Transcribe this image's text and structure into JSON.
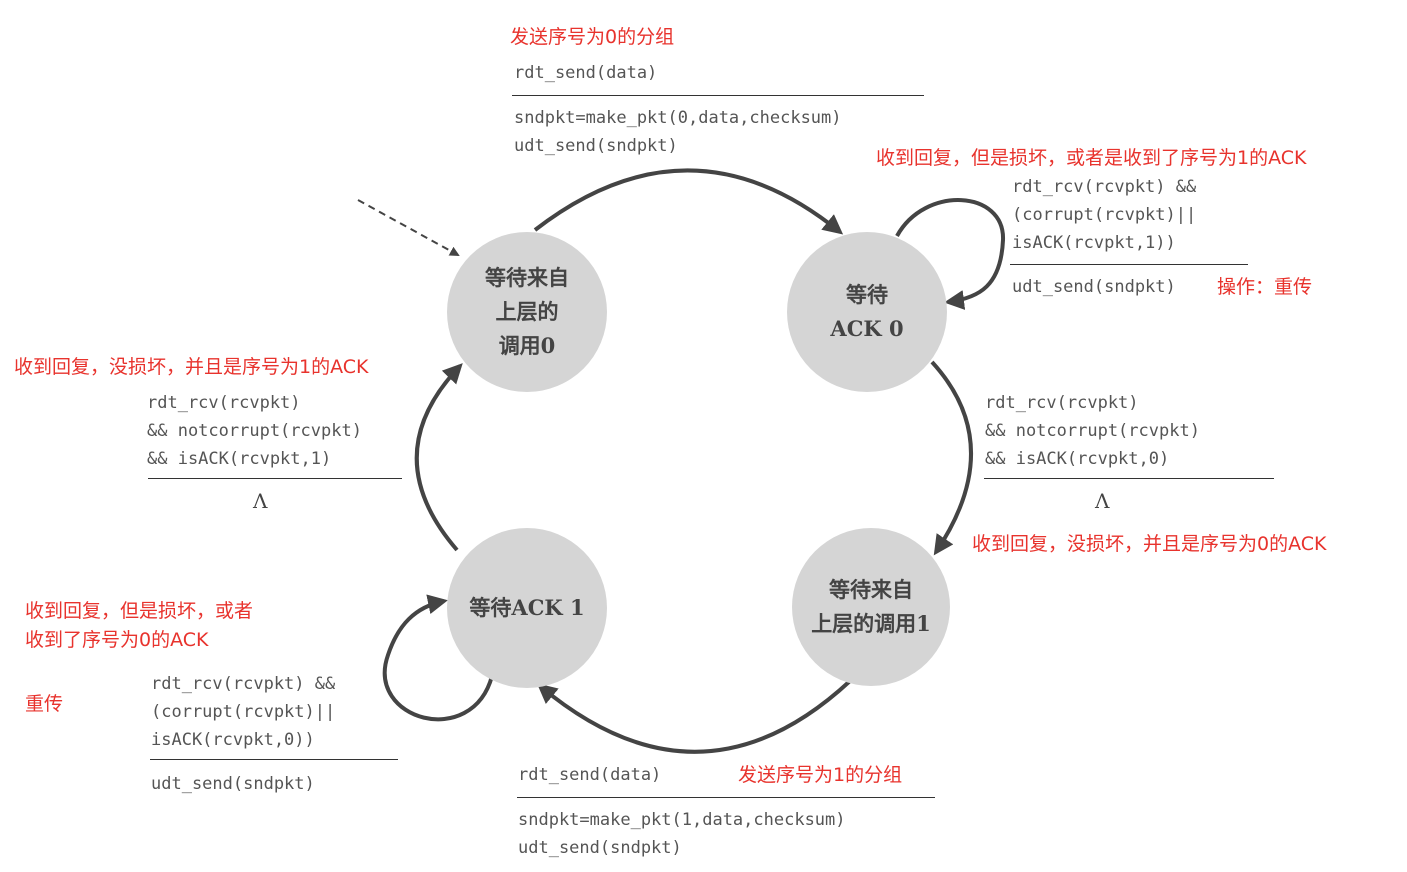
{
  "states": {
    "wait_call_0": "等待来自\n上层的\n调用0",
    "wait_ack_0": "等待\nACK 0",
    "wait_ack_1": "等待ACK 1",
    "wait_call_1": "等待来自\n上层的调用1"
  },
  "transitions": {
    "top": {
      "note": "发送序号为0的分组",
      "event": "rdt_send(data)",
      "actions": "sndpkt=make_pkt(0,data,checksum)\nudt_send(sndpkt)"
    },
    "ack0_self": {
      "note": "收到回复，但是损坏，或者是收到了序号为1的ACK",
      "event": "rdt_rcv(rcvpkt) &&\n(corrupt(rcvpkt)||\nisACK(rcvpkt,1))",
      "action": "udt_send(sndpkt)",
      "action_note": "操作：重传"
    },
    "right": {
      "event": "rdt_rcv(rcvpkt)\n&& notcorrupt(rcvpkt)\n&& isACK(rcvpkt,0)",
      "action": "Λ",
      "note": "收到回复，没损坏，并且是序号为0的ACK"
    },
    "left": {
      "note": "收到回复，没损坏，并且是序号为1的ACK",
      "event": "rdt_rcv(rcvpkt)\n&& notcorrupt(rcvpkt)\n&& isACK(rcvpkt,1)",
      "action": "Λ"
    },
    "ack1_self": {
      "note": "收到回复，但是损坏，或者\n收到了序号为0的ACK",
      "note2": "重传",
      "event": "rdt_rcv(rcvpkt) &&\n(corrupt(rcvpkt)||\nisACK(rcvpkt,0))",
      "action": "udt_send(sndpkt)"
    },
    "bottom": {
      "event": "rdt_send(data)",
      "note": "发送序号为1的分组",
      "actions": "sndpkt=make_pkt(1,data,checksum)\nudt_send(sndpkt)"
    }
  }
}
